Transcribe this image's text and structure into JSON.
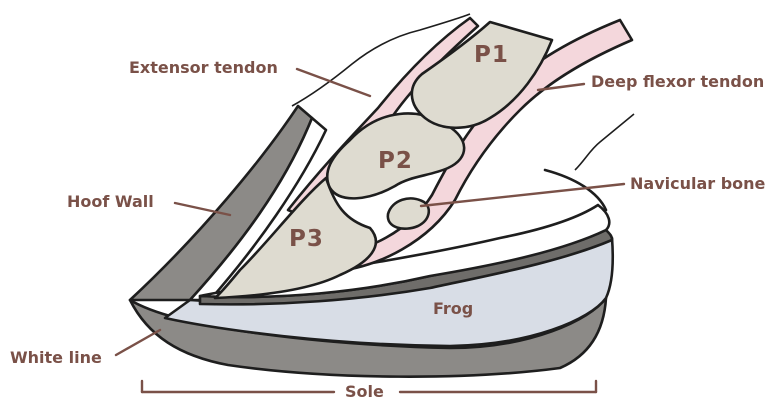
{
  "colors": {
    "label": "#7a5148",
    "bone": "#dedbd0",
    "tendon": "#f4d7dc",
    "wall": "#8c8a87",
    "frog": "#d8dde6",
    "outline": "#1e1e1e"
  },
  "bones": {
    "p1": "P1",
    "p2": "P2",
    "p3": "P3"
  },
  "labels": {
    "extensor_tendon": "Extensor tendon",
    "deep_flexor_tendon": "Deep flexor tendon",
    "navicular_bone": "Navicular bone",
    "hoof_wall": "Hoof Wall",
    "white_line": "White line",
    "frog": "Frog",
    "sole": "Sole"
  }
}
